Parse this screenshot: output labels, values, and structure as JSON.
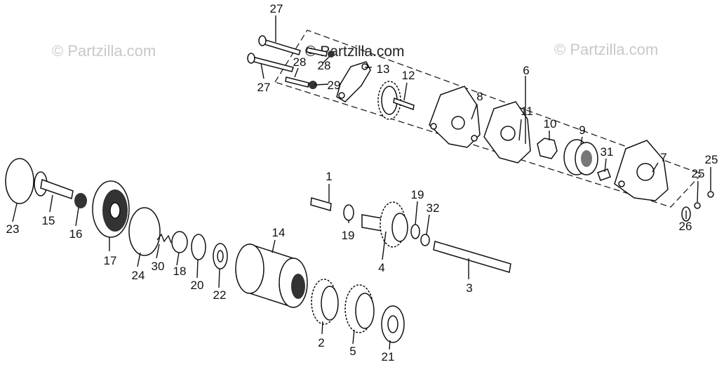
{
  "watermarks": {
    "left": "© Partzilla.com",
    "center": "© Partzilla.com",
    "right": "© Partzilla.com"
  },
  "callouts": [
    "1",
    "2",
    "3",
    "4",
    "5",
    "6",
    "7",
    "8",
    "9",
    "10",
    "11",
    "12",
    "13",
    "14",
    "15",
    "16",
    "17",
    "18",
    "19",
    "19",
    "20",
    "21",
    "22",
    "23",
    "24",
    "25",
    "25",
    "26",
    "27",
    "27",
    "28",
    "28",
    "29",
    "30",
    "31",
    "32"
  ]
}
